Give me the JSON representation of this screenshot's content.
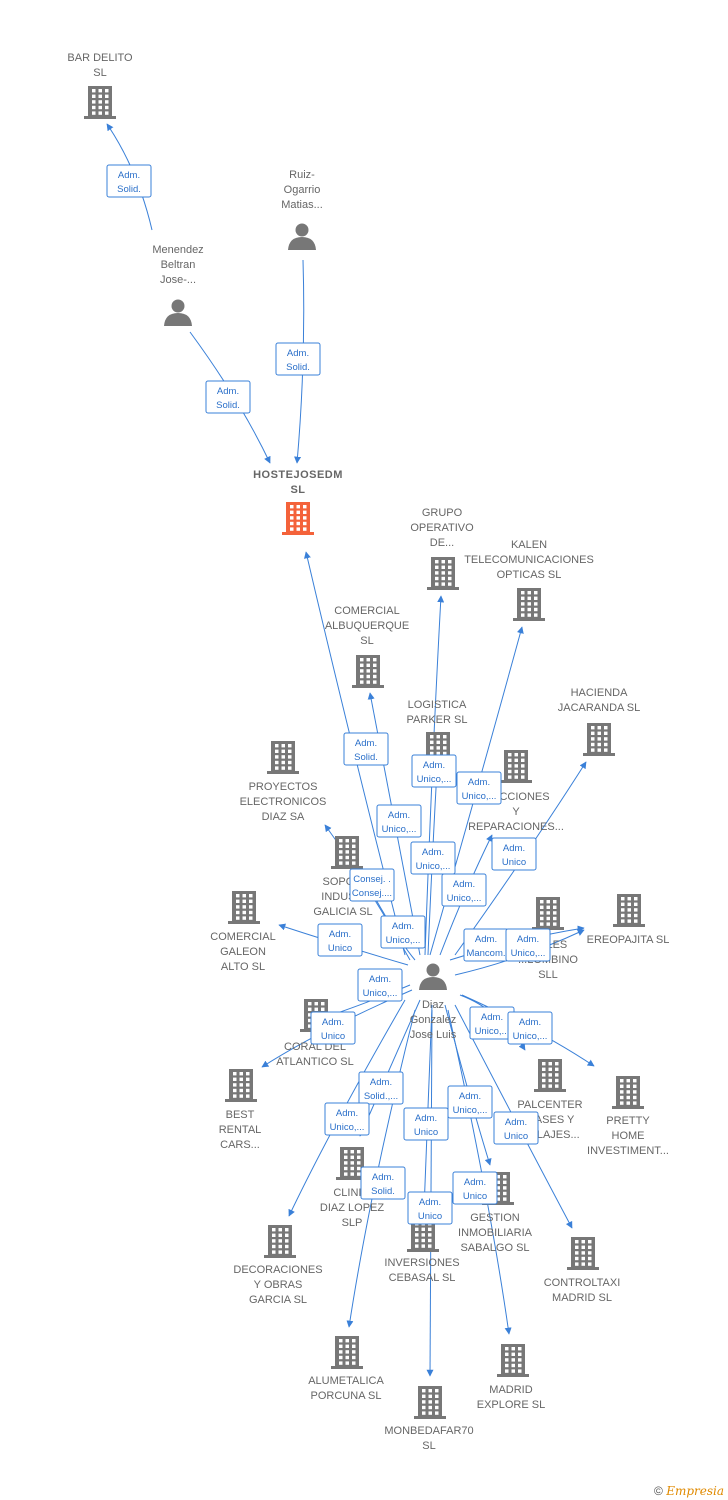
{
  "colors": {
    "edge": "#3a80d8",
    "company": "#777777",
    "focus": "#f4623a",
    "person": "#777777"
  },
  "nodes": [
    {
      "id": "bar_delito",
      "type": "company",
      "label": [
        "BAR DELITO",
        "SL"
      ]
    },
    {
      "id": "ruiz",
      "type": "person",
      "label": [
        "Ruiz-",
        "Ogarrio",
        "Matias..."
      ]
    },
    {
      "id": "menendez",
      "type": "person",
      "label": [
        "Menendez",
        "Beltran",
        "Jose-..."
      ]
    },
    {
      "id": "hostejosedm",
      "type": "focus",
      "label": [
        "HOSTEJOSEDM",
        "SL"
      ]
    },
    {
      "id": "grupo",
      "type": "company",
      "label": [
        "GRUPO",
        "OPERATIVO",
        "DE..."
      ]
    },
    {
      "id": "kalen",
      "type": "company",
      "label": [
        "KALEN",
        "TELECOMUNICACIONES",
        "OPTICAS  SL"
      ]
    },
    {
      "id": "comercial_alb",
      "type": "company",
      "label": [
        "COMERCIAL",
        "ALBUQUERQUE",
        "SL"
      ]
    },
    {
      "id": "hacienda",
      "type": "company",
      "label": [
        "HACIENDA",
        "JACARANDA SL"
      ]
    },
    {
      "id": "logistica",
      "type": "company",
      "label": [
        "LOGISTICA",
        "PARKER  SL"
      ]
    },
    {
      "id": "construcciones",
      "type": "company",
      "label": [
        "...UCCIONES",
        "Y",
        "REPARACIONES..."
      ]
    },
    {
      "id": "proyectos",
      "type": "company",
      "label": [
        "PROYECTOS",
        "ELECTRONICOS",
        "DIAZ SA"
      ]
    },
    {
      "id": "soporte",
      "type": "company",
      "label": [
        "SOPO...",
        "INDUS...",
        "GALICIA  SL"
      ]
    },
    {
      "id": "comercial_gal",
      "type": "company",
      "label": [
        "COMERCIAL",
        "GALEON",
        "ALTO SL"
      ]
    },
    {
      "id": "muebles",
      "type": "company",
      "label": [
        "...OLES",
        "...LOMBINO",
        "SLL"
      ]
    },
    {
      "id": "ereopajita",
      "type": "company",
      "label": [
        "EREOPAJITA SL"
      ]
    },
    {
      "id": "diaz",
      "type": "person",
      "label": [
        "Diaz",
        "Gonzalez",
        "Jose Luis"
      ]
    },
    {
      "id": "coral",
      "type": "company",
      "label": [
        "CORAL DEL",
        "ATLANTICO  SL"
      ]
    },
    {
      "id": "best",
      "type": "company",
      "label": [
        "BEST",
        "RENTAL",
        "CARS..."
      ]
    },
    {
      "id": "palcenter",
      "type": "company",
      "label": [
        "PALCENTER",
        "...ASES Y",
        "...ALAJES..."
      ]
    },
    {
      "id": "pretty",
      "type": "company",
      "label": [
        "PRETTY",
        "HOME",
        "INVESTIMENT..."
      ]
    },
    {
      "id": "clinica",
      "type": "company",
      "label": [
        "CLINI...",
        "DIAZ LOPEZ",
        "SLP"
      ]
    },
    {
      "id": "gestion",
      "type": "company",
      "label": [
        "GESTION",
        "INMOBILIARIA",
        "SABALGO SL"
      ]
    },
    {
      "id": "decoraciones",
      "type": "company",
      "label": [
        "DECORACIONES",
        "Y OBRAS",
        "GARCIA SL"
      ]
    },
    {
      "id": "inversiones",
      "type": "company",
      "label": [
        "INVERSIONES",
        "CEBASAL SL"
      ]
    },
    {
      "id": "controltaxi",
      "type": "company",
      "label": [
        "CONTROLTAXI",
        "MADRID  SL"
      ]
    },
    {
      "id": "alumetalica",
      "type": "company",
      "label": [
        "ALUMETALICA",
        "PORCUNA  SL"
      ]
    },
    {
      "id": "madrid_explore",
      "type": "company",
      "label": [
        "MADRID",
        "EXPLORE  SL"
      ]
    },
    {
      "id": "monbedafar",
      "type": "company",
      "label": [
        "MONBEDAFAR70",
        "SL"
      ]
    }
  ],
  "edges": [
    {
      "from": "menendez",
      "to": "bar_delito",
      "label": [
        "Adm.",
        "Solid."
      ]
    },
    {
      "from": "ruiz",
      "to": "hostejosedm",
      "label": [
        "Adm.",
        "Solid."
      ]
    },
    {
      "from": "menendez",
      "to": "hostejosedm",
      "label": [
        "Adm.",
        "Solid."
      ]
    },
    {
      "from": "diaz",
      "to": "hostejosedm",
      "label": [
        "Adm.",
        "Solid."
      ]
    },
    {
      "from": "diaz",
      "to": "grupo",
      "label": [
        "Adm.",
        "Unico,..."
      ]
    },
    {
      "from": "diaz",
      "to": "kalen",
      "label": [
        "Adm.",
        "Unico,..."
      ]
    },
    {
      "from": "diaz",
      "to": "comercial_alb",
      "label": [
        "Adm.",
        "Unico,..."
      ]
    },
    {
      "from": "diaz",
      "to": "hacienda",
      "label": [
        "Adm.",
        "Unico"
      ]
    },
    {
      "from": "diaz",
      "to": "logistica",
      "label": [
        "Adm.",
        "Unico,..."
      ]
    },
    {
      "from": "diaz",
      "to": "construcciones",
      "label": [
        "Adm.",
        "Unico,..."
      ]
    },
    {
      "from": "diaz",
      "to": "proyectos",
      "label": [
        "Consej. .",
        "Consej...."
      ]
    },
    {
      "from": "diaz",
      "to": "soporte",
      "label": [
        "Adm.",
        "Unico,..."
      ]
    },
    {
      "from": "diaz",
      "to": "comercial_gal",
      "label": [
        "Adm.",
        "Unico"
      ]
    },
    {
      "from": "diaz",
      "to": "muebles",
      "label": [
        "Adm.",
        "Mancom."
      ]
    },
    {
      "from": "diaz",
      "to": "ereopajita",
      "label": [
        "Adm.",
        "Unico,..."
      ]
    },
    {
      "from": "diaz",
      "to": "coral",
      "label": [
        "Adm.",
        "Unico,..."
      ]
    },
    {
      "from": "diaz",
      "to": "best",
      "label": [
        "Adm.",
        "Unico"
      ]
    },
    {
      "from": "diaz",
      "to": "palcenter",
      "label": [
        "Adm.",
        "Unico,..."
      ]
    },
    {
      "from": "diaz",
      "to": "pretty",
      "label": [
        "Adm.",
        "Unico,..."
      ]
    },
    {
      "from": "diaz",
      "to": "clinica",
      "label": [
        "Adm.",
        "Solid.,..."
      ]
    },
    {
      "from": "diaz",
      "to": "gestion",
      "label": [
        "Adm.",
        "Unico,..."
      ]
    },
    {
      "from": "diaz",
      "to": "decoraciones",
      "label": [
        "Adm.",
        "Unico,..."
      ]
    },
    {
      "from": "diaz",
      "to": "inversiones",
      "label": [
        "Adm.",
        "Unico"
      ]
    },
    {
      "from": "diaz",
      "to": "controltaxi",
      "label": [
        "Adm.",
        "Unico"
      ]
    },
    {
      "from": "diaz",
      "to": "alumetalica",
      "label": [
        "Adm.",
        "Solid."
      ]
    },
    {
      "from": "diaz",
      "to": "madrid_explore",
      "label": [
        "Adm.",
        "Unico"
      ]
    },
    {
      "from": "diaz",
      "to": "monbedafar",
      "label": [
        "Adm.",
        "Unico"
      ]
    }
  ],
  "footer": {
    "copyright": "©",
    "brand": "Empresia"
  }
}
